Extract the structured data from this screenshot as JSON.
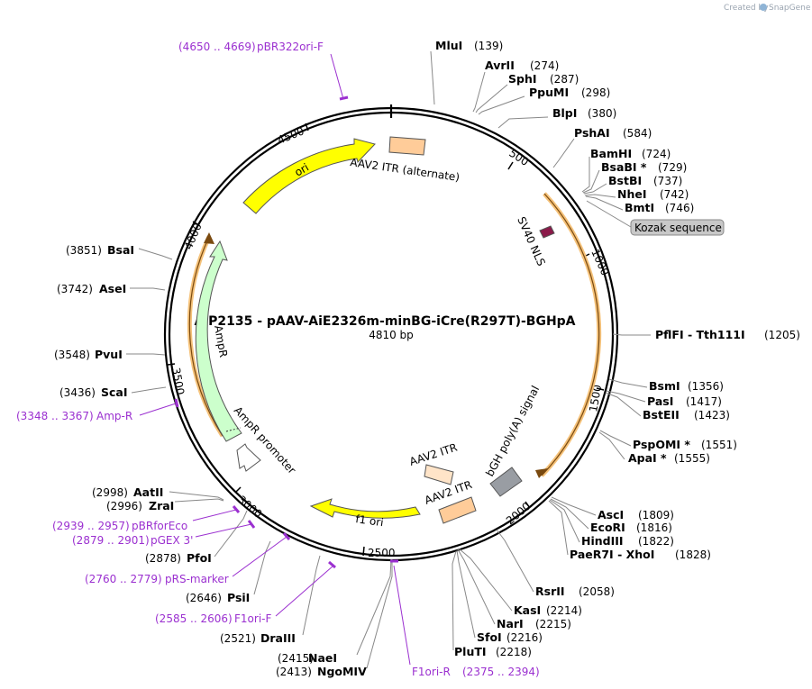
{
  "title": "AiP2135 - pAAV-AiE2326m-minBG-iCre(R297T)-BGHpA",
  "length_label": "4810 bp",
  "credit_text": "Created by",
  "credit_brand": "SnapGene",
  "ticks": [
    "500",
    "1000",
    "1500",
    "2000",
    "2500",
    "3000",
    "3500",
    "4000",
    "4500"
  ],
  "features": {
    "itr_alt": "AAV2 ITR (alternate)",
    "sv40": "SV40 NLS",
    "kozak": "Kozak sequence",
    "bgh": "bGH poly(A) signal",
    "itr1": "AAV2 ITR",
    "itr2": "AAV2 ITR",
    "f1ori": "f1 ori",
    "amp_promoter": "AmpR promoter",
    "ampr": "AmpR",
    "ori": "ori"
  },
  "sites": [
    {
      "name": "MluI",
      "pos": "(139)"
    },
    {
      "name": "AvrII",
      "pos": "(274)"
    },
    {
      "name": "SphI",
      "pos": "(287)"
    },
    {
      "name": "PpuMI",
      "pos": "(298)"
    },
    {
      "name": "BlpI",
      "pos": "(380)"
    },
    {
      "name": "PshAI",
      "pos": "(584)"
    },
    {
      "name": "BamHI",
      "pos": "(724)"
    },
    {
      "name": "BsaBI *",
      "pos": "(729)"
    },
    {
      "name": "BstBI",
      "pos": "(737)"
    },
    {
      "name": "NheI",
      "pos": "(742)"
    },
    {
      "name": "BmtI",
      "pos": "(746)"
    },
    {
      "name": "PflFI  -  Tth111I",
      "pos": "(1205)"
    },
    {
      "name": "BsmI",
      "pos": "(1356)"
    },
    {
      "name": "PasI",
      "pos": "(1417)"
    },
    {
      "name": "BstEII",
      "pos": "(1423)"
    },
    {
      "name": "PspOMI *",
      "pos": "(1551)"
    },
    {
      "name": "ApaI *",
      "pos": "(1555)"
    },
    {
      "name": "AscI",
      "pos": "(1809)"
    },
    {
      "name": "EcoRI",
      "pos": "(1816)"
    },
    {
      "name": "HindIII",
      "pos": "(1822)"
    },
    {
      "name": "PaeR7I  -  XhoI",
      "pos": "(1828)"
    },
    {
      "name": "RsrII",
      "pos": "(2058)"
    },
    {
      "name": "KasI",
      "pos": "(2214)"
    },
    {
      "name": "NarI",
      "pos": "(2215)"
    },
    {
      "name": "SfoI",
      "pos": "(2216)"
    },
    {
      "name": "PluTI",
      "pos": "(2218)"
    },
    {
      "name": "NaeI",
      "pos": "(2415)"
    },
    {
      "name": "NgoMIV",
      "pos": "(2413)"
    },
    {
      "name": "DraIII",
      "pos": "(2521)"
    },
    {
      "name": "PsiI",
      "pos": "(2646)"
    },
    {
      "name": "PfoI",
      "pos": "(2878)"
    },
    {
      "name": "ZraI",
      "pos": "(2996)"
    },
    {
      "name": "AatII",
      "pos": "(2998)"
    },
    {
      "name": "ScaI",
      "pos": "(3436)"
    },
    {
      "name": "PvuI",
      "pos": "(3548)"
    },
    {
      "name": "AseI",
      "pos": "(3742)"
    },
    {
      "name": "BsaI",
      "pos": "(3851)"
    }
  ],
  "primers": [
    {
      "range": "(4650 .. 4669)",
      "name": "pBR322ori-F"
    },
    {
      "range": "(3348 .. 3367)",
      "name": "Amp-R"
    },
    {
      "range": "(2939 .. 2957)",
      "name": "pBRforEco"
    },
    {
      "range": "(2879 .. 2901)",
      "name": "pGEX 3'"
    },
    {
      "range": "(2760 .. 2779)",
      "name": "pRS-marker"
    },
    {
      "range": "(2585 .. 2606)",
      "name": "F1ori-F"
    },
    {
      "range": "F1ori-R",
      "name": "(2375 .. 2394)"
    }
  ],
  "colors": {
    "primer": "#9b30d0",
    "ori": "#ffff00",
    "ampr": "#ccffcc",
    "itr": "#ffcc99",
    "itr_light": "#ffe4c8",
    "bgh": "#999da3",
    "sv40": "#8b1a4a",
    "orf_outline": "#f5c27a"
  }
}
